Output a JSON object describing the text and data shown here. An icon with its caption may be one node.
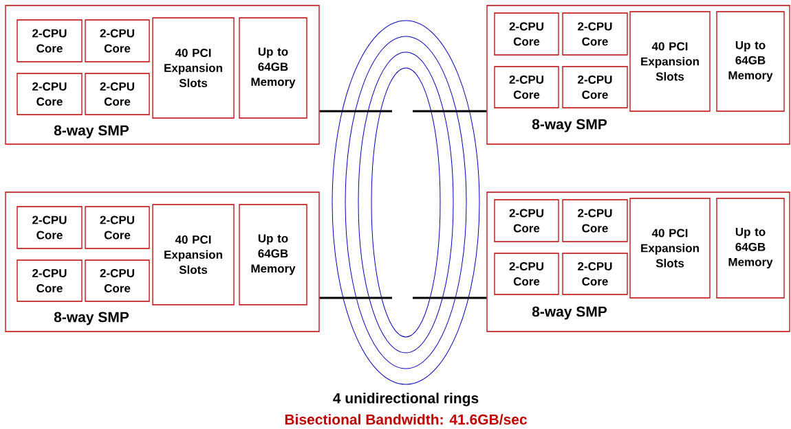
{
  "diagram": {
    "nodes": [
      {
        "text": [
          "8-way SMP"
        ]
      },
      {
        "text": [
          "2-CPU Core"
        ],
        "in": 0
      },
      {
        "text": [
          "2-CPU Core"
        ],
        "in": 0
      },
      {
        "text": [
          "2-CPU Core"
        ],
        "in": 0
      },
      {
        "text": [
          "2-CPU Core"
        ],
        "in": 0
      },
      {
        "text": [
          "40 PCI Expansion Slots"
        ],
        "in": 0
      },
      {
        "text": [
          "Up to 64GB Memory"
        ],
        "in": 0
      },
      {
        "text": [
          "8-way SMP"
        ]
      },
      {
        "text": [
          "2-CPU Core"
        ],
        "in": 7
      },
      {
        "text": [
          "2-CPU Core"
        ],
        "in": 7
      },
      {
        "text": [
          "2-CPU Core"
        ],
        "in": 7
      },
      {
        "text": [
          "2-CPU Core"
        ],
        "in": 7
      },
      {
        "text": [
          "40 PCI Expansion Slots"
        ],
        "in": 7
      },
      {
        "text": [
          "Up to 64GB Memory"
        ],
        "in": 7
      },
      {
        "text": [
          "8-way SMP"
        ]
      },
      {
        "text": [
          "2-CPU Core"
        ],
        "in": 14
      },
      {
        "text": [
          "2-CPU Core"
        ],
        "in": 14
      },
      {
        "text": [
          "2-CPU Core"
        ],
        "in": 14
      },
      {
        "text": [
          "2-CPU Core"
        ],
        "in": 14
      },
      {
        "text": [
          "40 PCI Expansion Slots"
        ],
        "in": 14
      },
      {
        "text": [
          "Up to 64GB Memory"
        ],
        "in": 14
      },
      {
        "text": [
          "8-way SMP"
        ]
      },
      {
        "text": [
          "2-CPU Core"
        ],
        "in": 21
      },
      {
        "text": [
          "2-CPU Core"
        ],
        "in": 21
      },
      {
        "text": [
          "2-CPU Core"
        ],
        "in": 21
      },
      {
        "text": [
          "2-CPU Core"
        ],
        "in": 21
      },
      {
        "text": [
          "40 PCI Expansion Slots"
        ],
        "in": 21
      },
      {
        "text": [
          "Up to 64GB Memory"
        ],
        "in": 21
      },
      {
        "text": [],
        "shape": "ellipse",
        "beside": [
          "4 unidirectional rings"
        ]
      }
    ],
    "edges": [
      {
        "from": 0,
        "to": 28,
        "arrow": "none"
      },
      {
        "from": 7,
        "to": 28,
        "arrow": "none"
      },
      {
        "from": 14,
        "to": 28,
        "arrow": "none"
      },
      {
        "from": 21,
        "to": 28,
        "arrow": "none"
      }
    ],
    "labels": [
      "Bisectional Bandwidth:  41.6GB/sec"
    ]
  }
}
